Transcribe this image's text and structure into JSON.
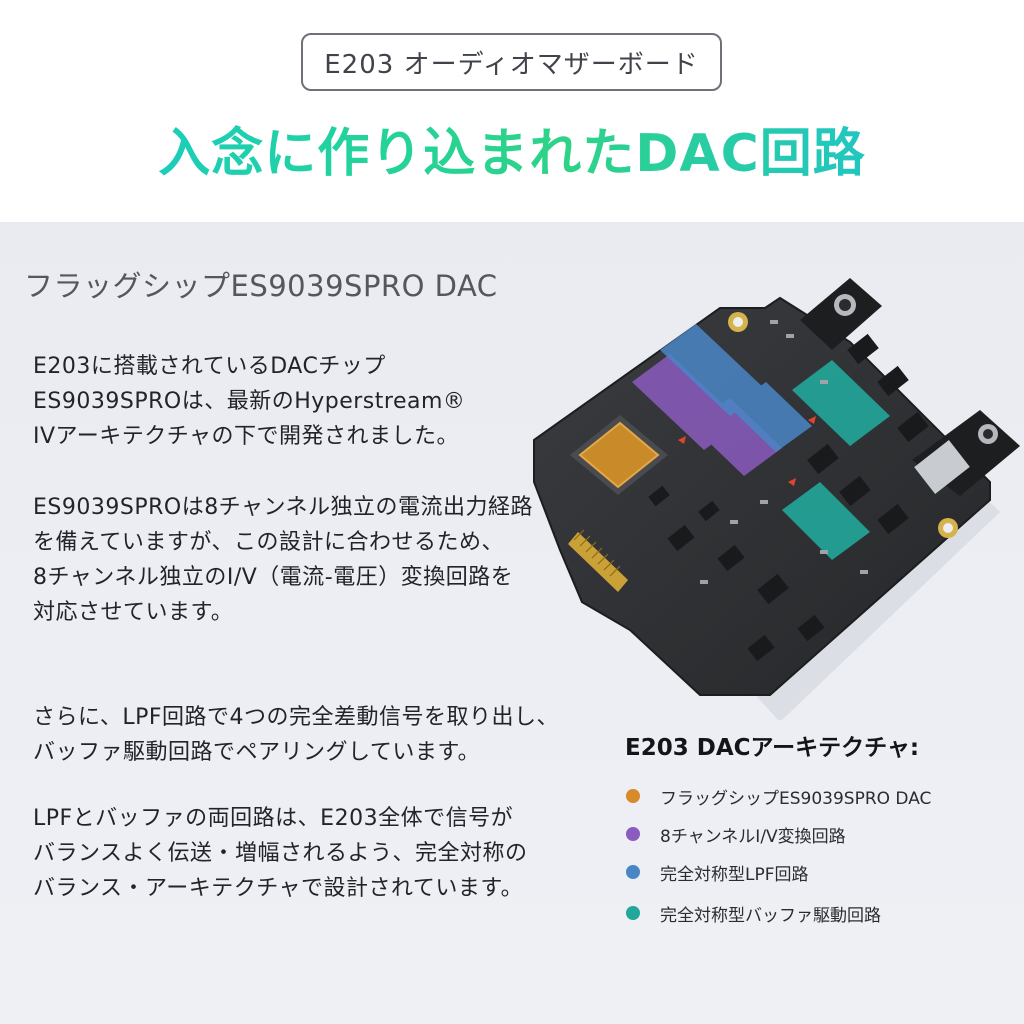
{
  "header": {
    "product_tag": "E203 オーディオマザーボード",
    "headline": "入念に作り込まれたDAC回路"
  },
  "section": {
    "subtitle": "フラッグシップES9039SPRO DAC",
    "paragraphs": [
      [
        "E203に搭載されているDACチップ",
        "ES9039SPROは、最新のHyperstream®",
        " IVアーキテクチャの下で開発されました。"
      ],
      [
        "ES9039SPROは8チャンネル独立の電流出力経路",
        "を備えていますが、この設計に合わせるため、",
        "8チャンネル独立のI/V（電流-電圧）変換回路を",
        "対応させています。"
      ],
      [
        "さらに、LPF回路で4つの完全差動信号を取り出し、",
        "バッファ駆動回路でペアリングしています。"
      ],
      [
        "LPFとバッファの両回路は、E203全体で信号が",
        "バランスよく伝送・増幅されるよう、完全対称の",
        "バランス・アーキテクチャで設計されています。"
      ]
    ]
  },
  "architecture": {
    "title": "E203 DACアーキテクチャ:",
    "legend": [
      {
        "label": "フラッグシップES9039SPRO DAC",
        "color": "#d98a2a"
      },
      {
        "label": "8チャンネルI/V変換回路",
        "color": "#8a5cbf"
      },
      {
        "label": "完全対称型LPF回路",
        "color": "#4a86c5"
      },
      {
        "label": "完全対称型バッファ駆動回路",
        "color": "#22a79a"
      }
    ]
  },
  "colors": {
    "headline_gradient": [
      "#16c8d4",
      "#22d39c",
      "#1bbfe0"
    ],
    "panel_bg": "#eceef3",
    "board": "#2e3033"
  }
}
